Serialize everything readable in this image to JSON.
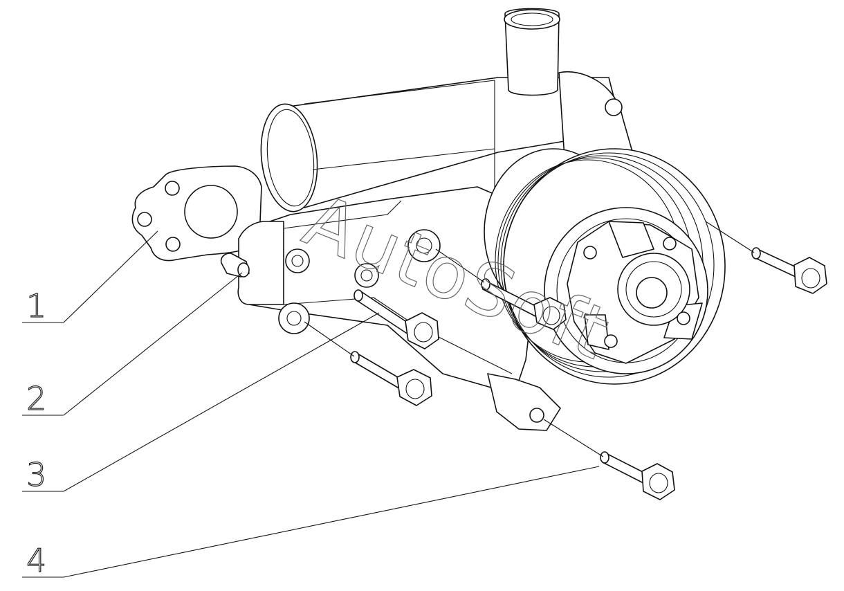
{
  "watermark": {
    "text": "AutoSoft"
  },
  "callouts": [
    {
      "id": "1",
      "label": "1"
    },
    {
      "id": "2",
      "label": "2"
    },
    {
      "id": "3",
      "label": "3"
    },
    {
      "id": "4",
      "label": "4"
    }
  ],
  "colors": {
    "line": "#111111",
    "background": "#ffffff",
    "watermark": "#666666"
  }
}
